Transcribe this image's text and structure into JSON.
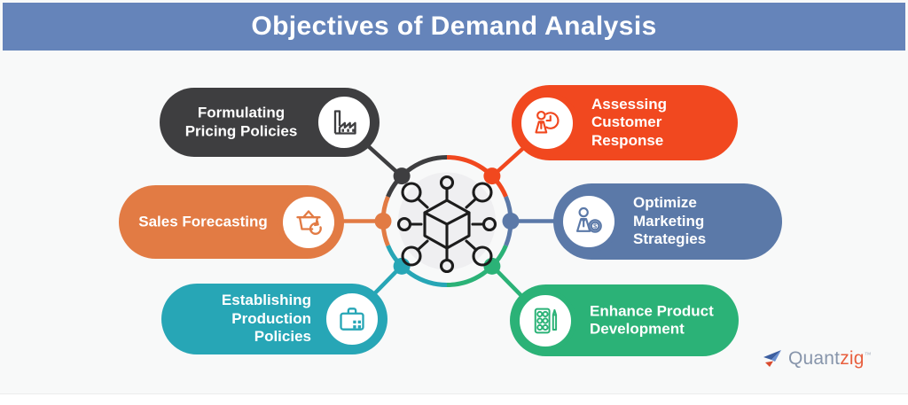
{
  "header": {
    "title": "Objectives of Demand Analysis"
  },
  "objectives": [
    {
      "name": "formulating-pricing-policies",
      "lines": [
        "Formulating",
        "Pricing Policies"
      ],
      "color": "#3e3e40",
      "icon": "factory-icon",
      "side": "left"
    },
    {
      "name": "sales-forecasting",
      "lines": [
        "Sales Forecasting"
      ],
      "color": "#e27b44",
      "icon": "basket-refresh-icon",
      "side": "left"
    },
    {
      "name": "establishing-production-policies",
      "lines": [
        "Establishing",
        "Production",
        "Policies"
      ],
      "color": "#27a6b6",
      "icon": "briefcase-icon",
      "side": "left"
    },
    {
      "name": "assessing-customer-response",
      "lines": [
        "Assessing",
        "Customer",
        "Response"
      ],
      "color": "#f1481f",
      "icon": "person-clock-icon",
      "side": "right"
    },
    {
      "name": "optimize-marketing-strategies",
      "lines": [
        "Optimize",
        "Marketing",
        "Strategies"
      ],
      "color": "#5b79a8",
      "icon": "person-dollar-icon",
      "side": "right"
    },
    {
      "name": "enhance-product-development",
      "lines": [
        "Enhance Product",
        "Development"
      ],
      "color": "#2bb277",
      "icon": "notepad-pencil-icon",
      "side": "right"
    }
  ],
  "hub": {
    "icon": "network-cube-icon"
  },
  "logo": {
    "name": "Quantzig",
    "part1": "Quant",
    "part2": "zig",
    "trademark": "™",
    "icon": "quantzig-logo-icon"
  },
  "palette": {
    "header_bar": "#6584ba",
    "background": "#f8f9f9",
    "hub_inner_circle": "#efeff1",
    "hub_icon_stroke": "#1c1c1c",
    "logo_text_primary": "#8795ab",
    "logo_text_accent": "#e8603f"
  }
}
